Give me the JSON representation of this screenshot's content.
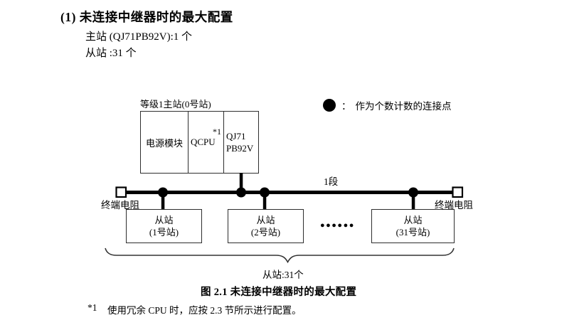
{
  "page": {
    "heading": "(1) 未连接中继器时的最大配置",
    "spec_lines": [
      "主站 (QJ71PB92V):1 个",
      "从站 :31 个"
    ]
  },
  "legend": {
    "separator": "：",
    "text": "作为个数计数的连接点"
  },
  "diagram": {
    "master_station_label": "等级1主站(0号站)",
    "master_modules": {
      "power": "电源模块",
      "cpu": "QCPU",
      "cpu_note": "*1",
      "network_line1": "QJ71",
      "network_line2": "PB92V"
    },
    "segment_label": "1段",
    "terminator_left": "终端电阻",
    "terminator_right": "终端电阻",
    "slaves": [
      {
        "line1": "从站",
        "line2": "(1号站)"
      },
      {
        "line1": "从站",
        "line2": "(2号站)"
      },
      {
        "line1": "从站",
        "line2": "(31号站)"
      }
    ],
    "ellipsis": "●●●●●●",
    "slave_count_label": "从站:31个"
  },
  "caption": "图 2.1 未连接中继器时的最大配置",
  "footnote": {
    "marker": "*1",
    "text": "使用冗余 CPU 时，应按 2.3 节所示进行配置。"
  },
  "colors": {
    "text": "#000000",
    "line": "#000000",
    "border": "#2e2e2e",
    "background": "#ffffff"
  }
}
